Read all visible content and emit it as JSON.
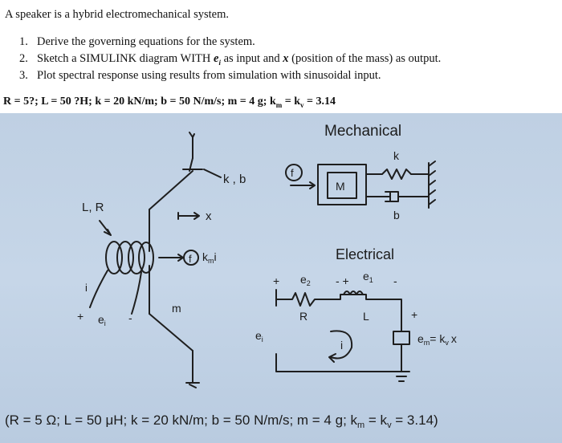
{
  "problem": {
    "intro": "A speaker is a hybrid electromechanical system.",
    "items": [
      {
        "number": "1.",
        "text": "Derive the governing equations for the system."
      },
      {
        "number": "2.",
        "text_before": "Sketch a SIMULINK diagram WITH ",
        "ei_label": "e",
        "ei_sub": "i",
        "text_middle": " as input and ",
        "x_label": "x",
        "text_after": " (position of the mass) as output."
      },
      {
        "number": "3.",
        "text": "Plot spectral response using results from simulation with sinusoidal input."
      }
    ],
    "params": "R = 5?; L = 50 ?H; k = 20 kN/m; b = 50 N/m/s; m = 4 g; k",
    "params_sub_m": "m",
    "params_eq": " = k",
    "params_sub_v": "v",
    "params_end": " = 3.14"
  },
  "figure": {
    "labels": {
      "mechanical": "Mechanical",
      "electrical": "Electrical",
      "kb": "k , b",
      "LR": "L, R",
      "x_arrow": "x",
      "f_circle": "f",
      "km_i": "k",
      "km_i_sub": "m",
      "km_i_i": "i",
      "m_coil": "m",
      "ig": "i",
      "ei_left": "e",
      "ei_left_sub": "i",
      "M_block": "M",
      "k_spring": "k",
      "b_damper": "b",
      "plus1": "+",
      "e2": "e",
      "e2_sub": "2",
      "minus_plus": "- +",
      "e1": "e",
      "e1_sub": "1",
      "minus": "-",
      "R": "R",
      "L": "L",
      "plus2": "+",
      "ei_circuit": "e",
      "ei_circuit_sub": "i",
      "i_loop": "i",
      "em_eq": "e",
      "em_eq_sub": "m",
      "em_eq_rest": "= k",
      "em_eq_sub2": "v",
      "em_eq_x": "x"
    },
    "caption": "(R = 5 Ω; L = 50 μH; k = 20 kN/m; b = 50 N/m/s; m = 4 g; k",
    "caption_sub_m": "m",
    "caption_eq": " = k",
    "caption_sub_v": "v",
    "caption_end": " = 3.14)"
  }
}
